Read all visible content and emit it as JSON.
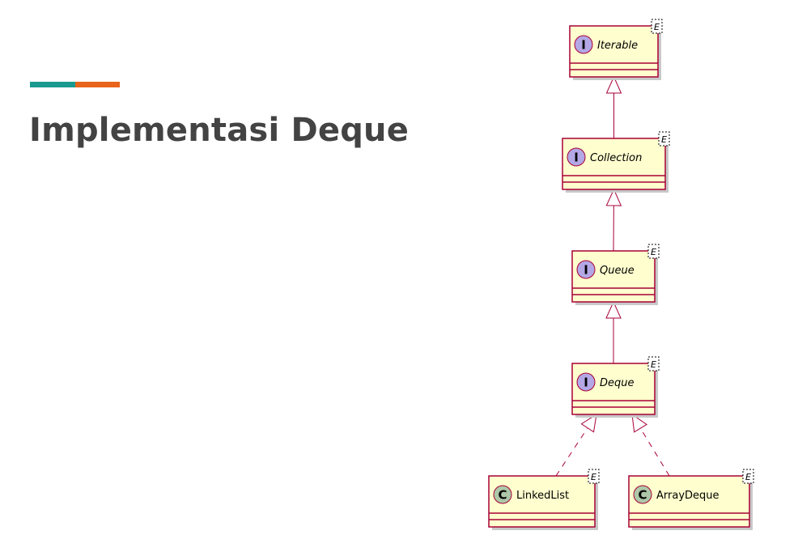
{
  "slide": {
    "title": "Implementasi Deque",
    "accent_colors": {
      "teal": "#1a9a8f",
      "orange": "#e8631b"
    }
  },
  "diagram": {
    "colors": {
      "box_fill": "#fefece",
      "box_border": "#a80036",
      "interface_badge": "#b4a7e5",
      "class_badge": "#adc7a8",
      "shadow": "#c8c8c8"
    },
    "nodes": [
      {
        "id": "iterable",
        "name": "Iterable",
        "kind": "interface",
        "stereotype_glyph": "I",
        "type_param": "E"
      },
      {
        "id": "collection",
        "name": "Collection",
        "kind": "interface",
        "stereotype_glyph": "I",
        "type_param": "E"
      },
      {
        "id": "queue",
        "name": "Queue",
        "kind": "interface",
        "stereotype_glyph": "I",
        "type_param": "E"
      },
      {
        "id": "deque",
        "name": "Deque",
        "kind": "interface",
        "stereotype_glyph": "I",
        "type_param": "E"
      },
      {
        "id": "linkedlist",
        "name": "LinkedList",
        "kind": "class",
        "stereotype_glyph": "C",
        "type_param": "E"
      },
      {
        "id": "arraydeque",
        "name": "ArrayDeque",
        "kind": "class",
        "stereotype_glyph": "C",
        "type_param": "E"
      }
    ],
    "edges": [
      {
        "from": "collection",
        "to": "iterable",
        "type": "extends"
      },
      {
        "from": "queue",
        "to": "collection",
        "type": "extends"
      },
      {
        "from": "deque",
        "to": "queue",
        "type": "extends"
      },
      {
        "from": "linkedlist",
        "to": "deque",
        "type": "implements"
      },
      {
        "from": "arraydeque",
        "to": "deque",
        "type": "implements"
      }
    ]
  }
}
